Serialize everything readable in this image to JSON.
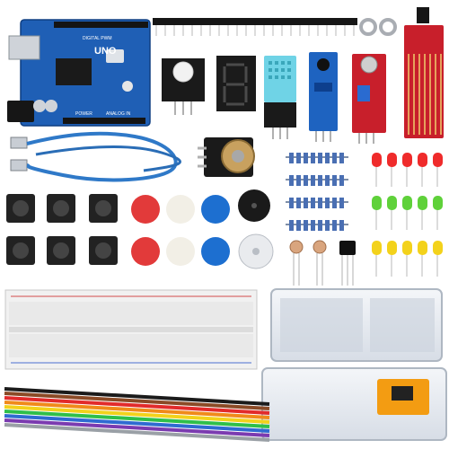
{
  "board": {
    "name": "UNO",
    "subtitle": "DIGITAL PWM",
    "power_label": "POWER",
    "analog_label": "ANALOG IN"
  },
  "colors": {
    "board_blue": "#1f5fb5",
    "usb_cable": "#2f79c8",
    "led_red": "#ef2b2b",
    "led_green": "#5fd13a",
    "led_yellow": "#f3d21b",
    "sensor_blue": "#1e63c0",
    "sensor_red": "#c81f2b"
  },
  "icons": [
    "seven-segment-display",
    "potentiometer",
    "buzzer",
    "photoresistor",
    "transistor"
  ]
}
